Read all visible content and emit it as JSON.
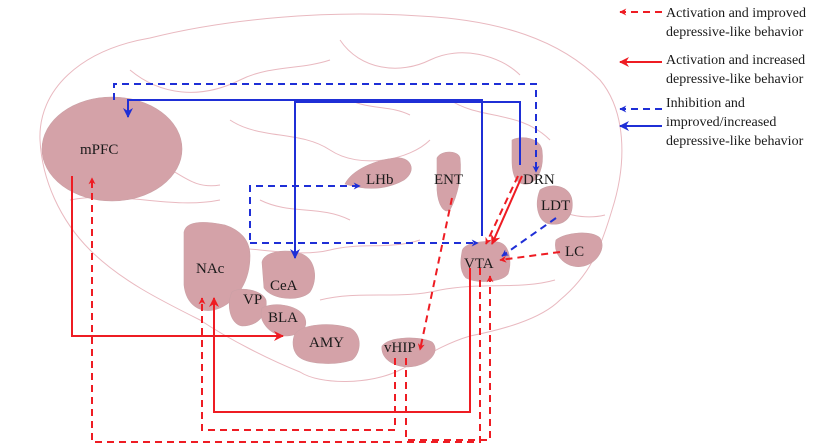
{
  "colors": {
    "activation": "#ee1c23",
    "inhibition": "#1f2fd6",
    "region_fill": "#d4a2a8",
    "brain_outline": "#e9b9c0"
  },
  "regions": {
    "mpfc": "mPFC",
    "lhb": "LHb",
    "ent": "ENT",
    "drn": "DRN",
    "ldt": "LDT",
    "nac": "NAc",
    "cea": "CeA",
    "vta": "VTA",
    "lc": "LC",
    "vp": "VP",
    "bla": "BLA",
    "amy": "AMY",
    "vhip": "vHIP"
  },
  "legend": {
    "activation_improved": [
      "Activation and improved",
      "depressive-like behavior"
    ],
    "activation_increased": [
      "Activation and increased",
      "depressive-like behavior"
    ],
    "inhibition": [
      "Inhibition and",
      "improved/increased",
      "depressive-like behavior"
    ]
  }
}
